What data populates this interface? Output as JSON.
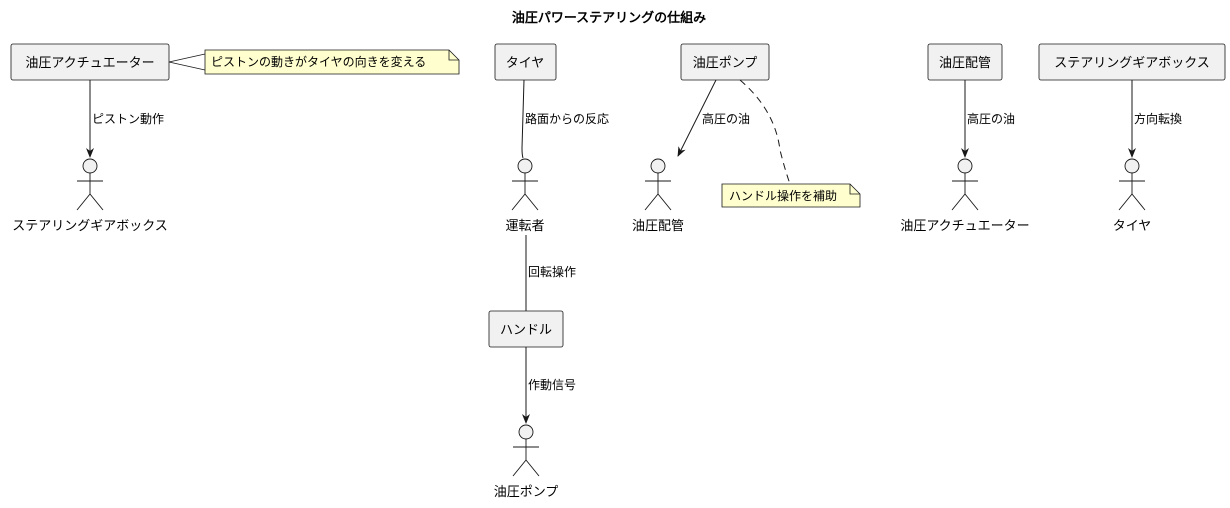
{
  "diagram": {
    "title": "油圧パワーステアリングの仕組み",
    "components": {
      "actuator": "油圧アクチュエーター",
      "tire": "タイヤ",
      "pump": "油圧ポンプ",
      "pipe": "油圧配管",
      "gearbox": "ステアリングギアボックス",
      "handle": "ハンドル"
    },
    "actors": {
      "gearbox": "ステアリングギアボックス",
      "driver": "運転者",
      "pipe": "油圧配管",
      "actuator": "油圧アクチュエーター",
      "tire": "タイヤ",
      "pump": "油圧ポンプ"
    },
    "edges": {
      "piston_motion": "ピストン動作",
      "road_feedback": "路面からの反応",
      "high_pressure_oil_1": "高圧の油",
      "high_pressure_oil_2": "高圧の油",
      "steering_conversion": "方向転換",
      "rotation": "回転操作",
      "operation_signal": "作動信号"
    },
    "notes": {
      "piston_note": "ピストンの動きがタイヤの向きを変える",
      "assist_note": "ハンドル操作を補助"
    },
    "colors": {
      "box_fill": "#f1f1f1",
      "box_stroke": "#181818",
      "note_fill": "#fefece",
      "actor_fill": "#f1f1f1",
      "line": "#181818"
    }
  }
}
